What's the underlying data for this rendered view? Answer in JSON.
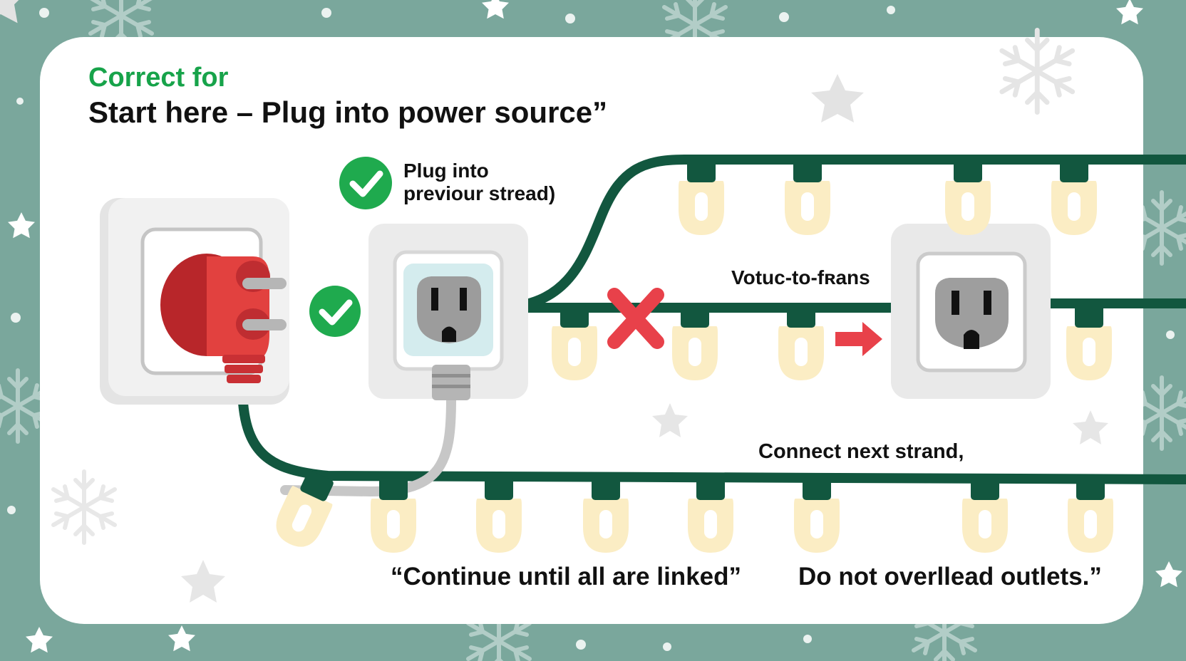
{
  "header": {
    "subtitle": "Correct for",
    "title": "Start here – Plug into power source”"
  },
  "labels": {
    "plug_into": "Plug into",
    "previous_strand": "previour stread)",
    "middle": "Votuc-to-fʀans",
    "connect_next": "Connect next strand,"
  },
  "captions": {
    "left": "“Continue until all are linked”",
    "right": "Do not overllead outlets.”"
  },
  "colors": {
    "background": "#7aa79c",
    "card": "#ffffff",
    "wire": "#12573f",
    "bulb": "#fbedc4",
    "plug_red": "#e2413f",
    "check_green": "#1faa4e",
    "cross_red": "#e8414a",
    "outlet_gray": "#e6e6e6"
  },
  "icons": [
    "snowflake-icon",
    "star-icon",
    "wall-outlet-icon",
    "red-plug-icon",
    "check-icon",
    "cross-icon",
    "arrow-right-icon",
    "light-bulb-icon"
  ]
}
